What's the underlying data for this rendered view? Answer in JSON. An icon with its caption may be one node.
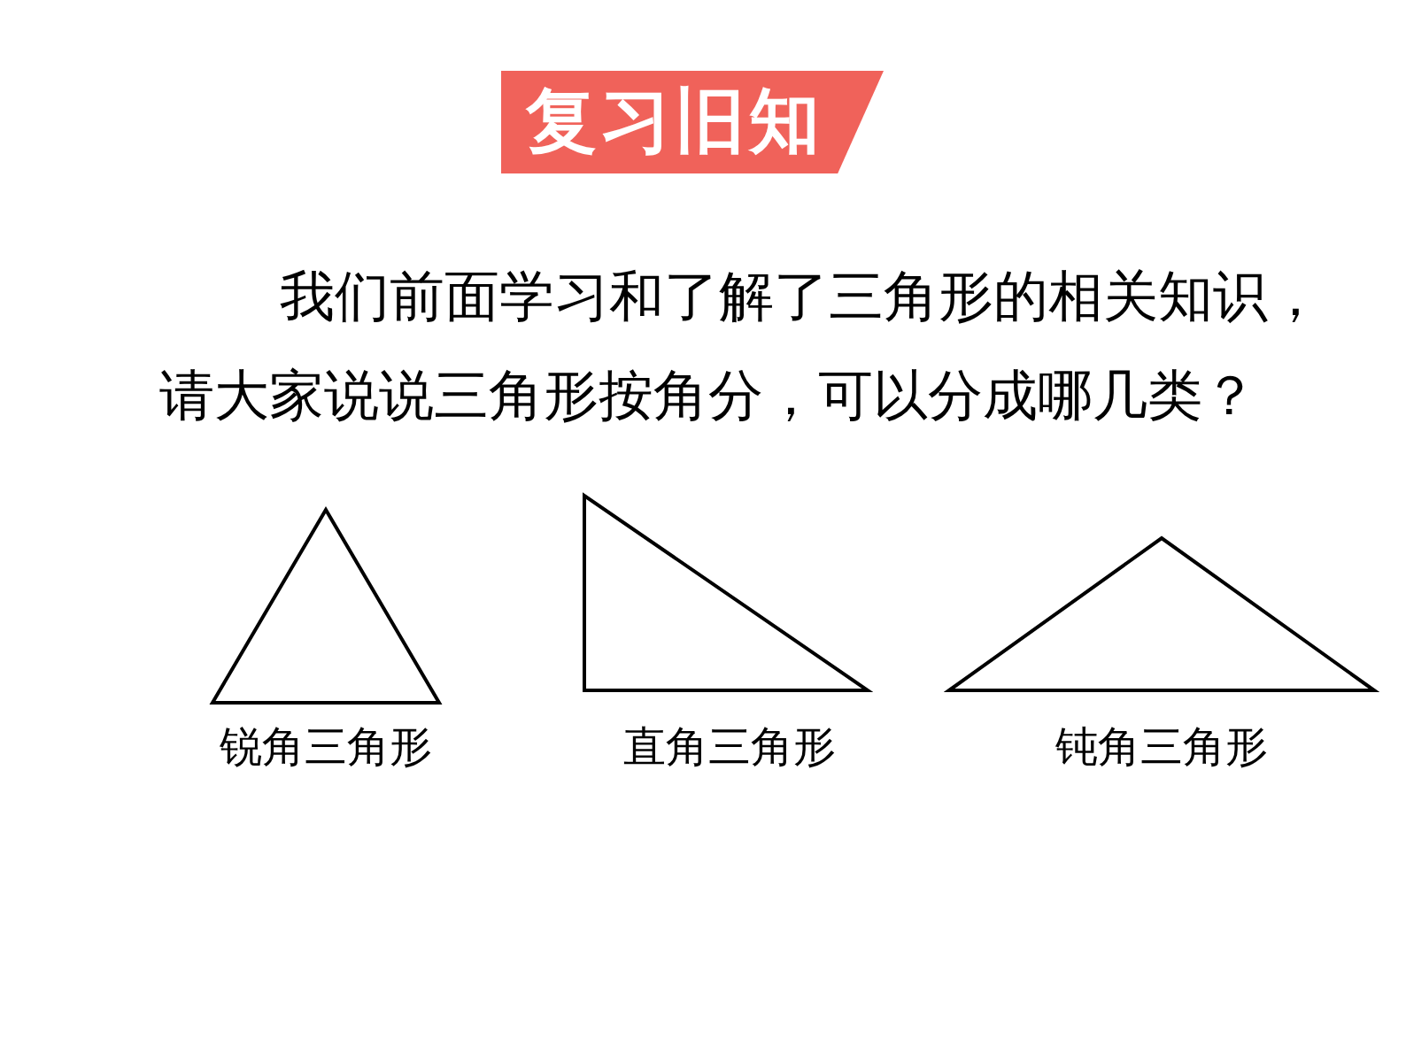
{
  "diagram": {
    "title": "复习旧知",
    "nodes": [
      {
        "text": [],
        "shape": "triangle",
        "beside": [
          "锐角三角形"
        ]
      },
      {
        "text": [],
        "shape": "triangle",
        "beside": [
          "直角三角形"
        ]
      },
      {
        "text": [],
        "shape": "triangle",
        "beside": [
          "钝角三角形"
        ]
      }
    ],
    "labels": [
      "我们前面学习和了解了三角形的相关知识，请大家说说三角形按角分，可以分成哪几类？"
    ]
  }
}
